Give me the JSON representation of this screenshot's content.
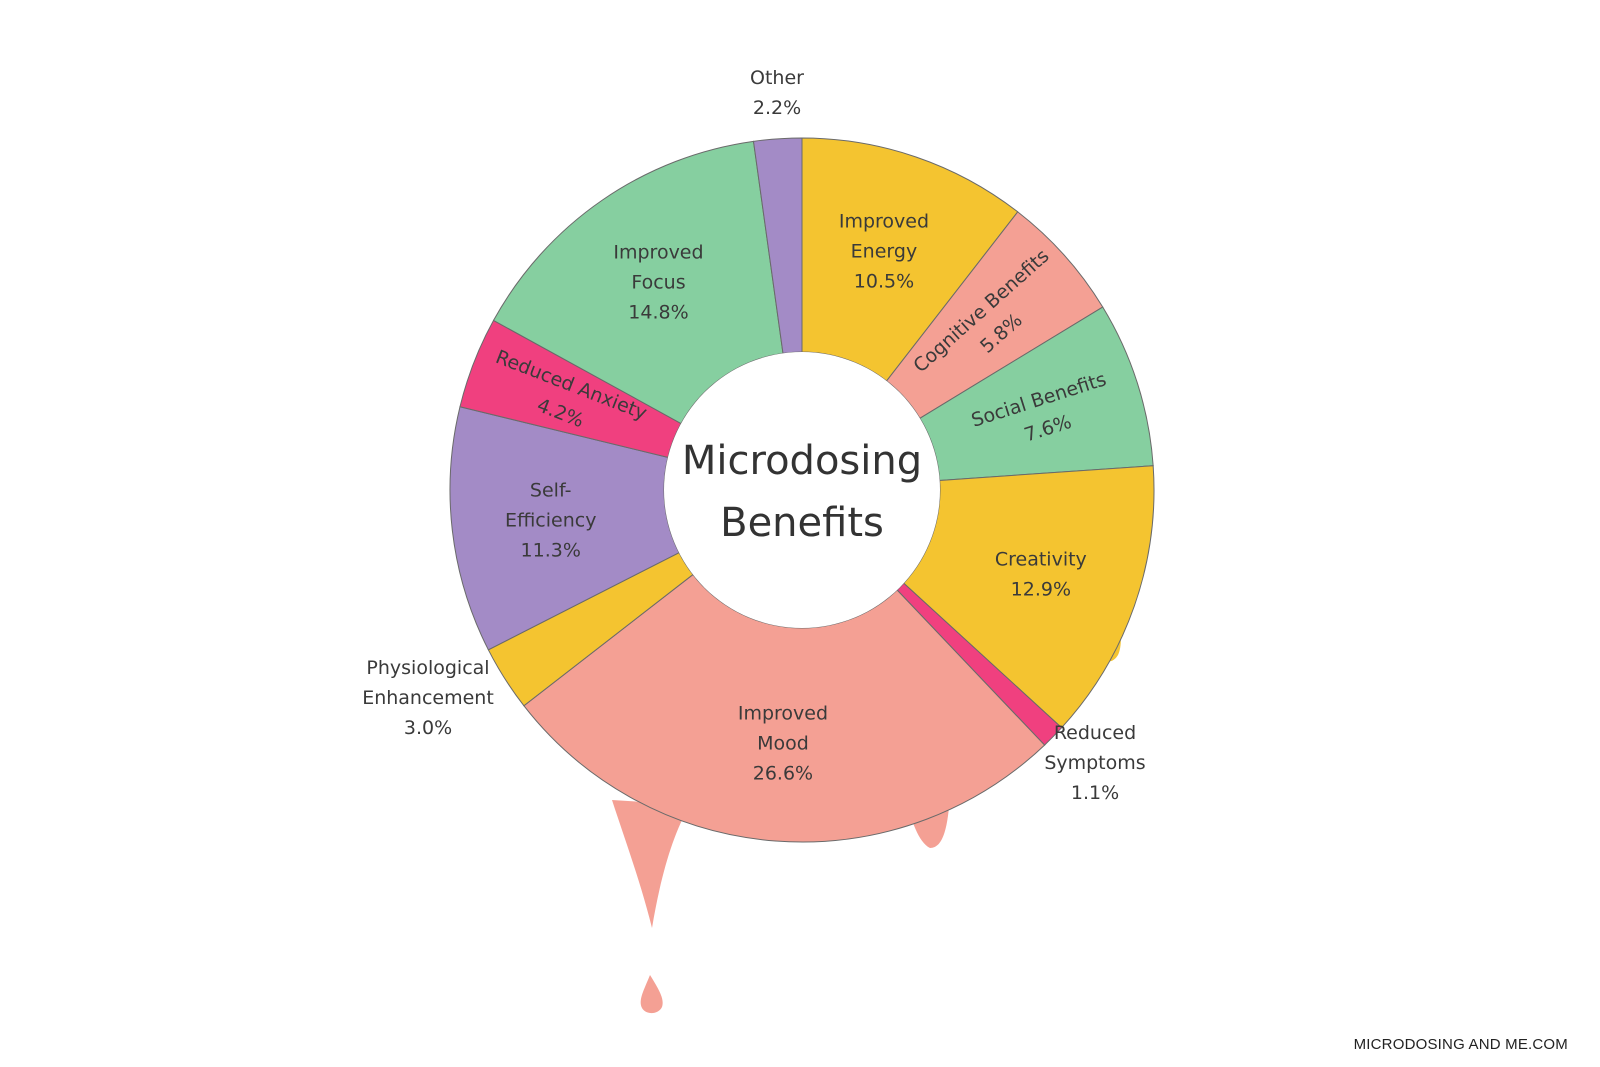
{
  "chart_data": {
    "type": "pie",
    "title": [
      "Microdosing",
      "Benefits"
    ],
    "slices": [
      {
        "name": [
          "Improved",
          "Energy"
        ],
        "value": 10.5,
        "display": "10.5%",
        "color": "#f4c430"
      },
      {
        "name": [
          "Cognitive Benefits"
        ],
        "value": 5.8,
        "display": "5.8%",
        "color": "#f4a094"
      },
      {
        "name": [
          "Social Benefits"
        ],
        "value": 7.6,
        "display": "7.6%",
        "color": "#86cfa0"
      },
      {
        "name": [
          "Creativity"
        ],
        "value": 12.9,
        "display": "12.9%",
        "color": "#f4c430"
      },
      {
        "name": [
          "Reduced",
          "Symptoms"
        ],
        "value": 1.1,
        "display": "1.1%",
        "color": "#f0407f"
      },
      {
        "name": [
          "Improved",
          "Mood"
        ],
        "value": 26.6,
        "display": "26.6%",
        "color": "#f4a094"
      },
      {
        "name": [
          "Physiological",
          "Enhancement"
        ],
        "value": 3.0,
        "display": "3.0%",
        "color": "#f4c430"
      },
      {
        "name": [
          "Self-",
          "Efficiency"
        ],
        "value": 11.3,
        "display": "11.3%",
        "color": "#a38bc6"
      },
      {
        "name": [
          "Reduced Anxiety"
        ],
        "value": 4.2,
        "display": "4.2%",
        "color": "#f0407f"
      },
      {
        "name": [
          "Improved",
          "Focus"
        ],
        "value": 14.8,
        "display": "14.8%",
        "color": "#86cfa0"
      },
      {
        "name": [
          "Other"
        ],
        "value": 2.2,
        "display": "2.2%",
        "color": "#a38bc6"
      }
    ]
  },
  "credit": "MICRODOSING AND ME.COM"
}
